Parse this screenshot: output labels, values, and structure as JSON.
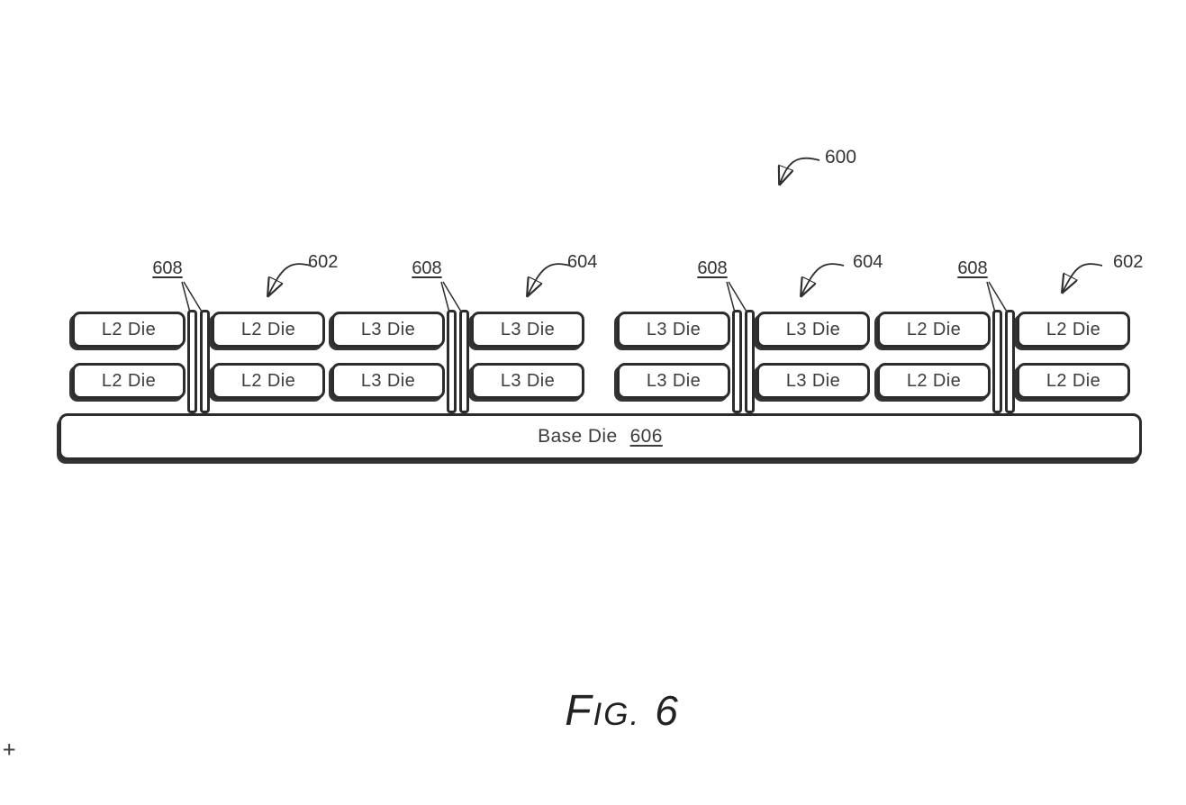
{
  "figure": {
    "caption": {
      "f": "F",
      "ig": "IG.",
      "number": "6"
    },
    "plus_mark": "+"
  },
  "refs": {
    "assembly": "600",
    "base_die_label": "Base Die",
    "base_die_ref": "606"
  },
  "groups": [
    {
      "die_label": "L2 Die",
      "group_ref": "602",
      "conn_ref": "608"
    },
    {
      "die_label": "L3 Die",
      "group_ref": "604",
      "conn_ref": "608"
    },
    {
      "die_label": "L3 Die",
      "group_ref": "604",
      "conn_ref": "608"
    },
    {
      "die_label": "L2 Die",
      "group_ref": "602",
      "conn_ref": "608"
    }
  ]
}
